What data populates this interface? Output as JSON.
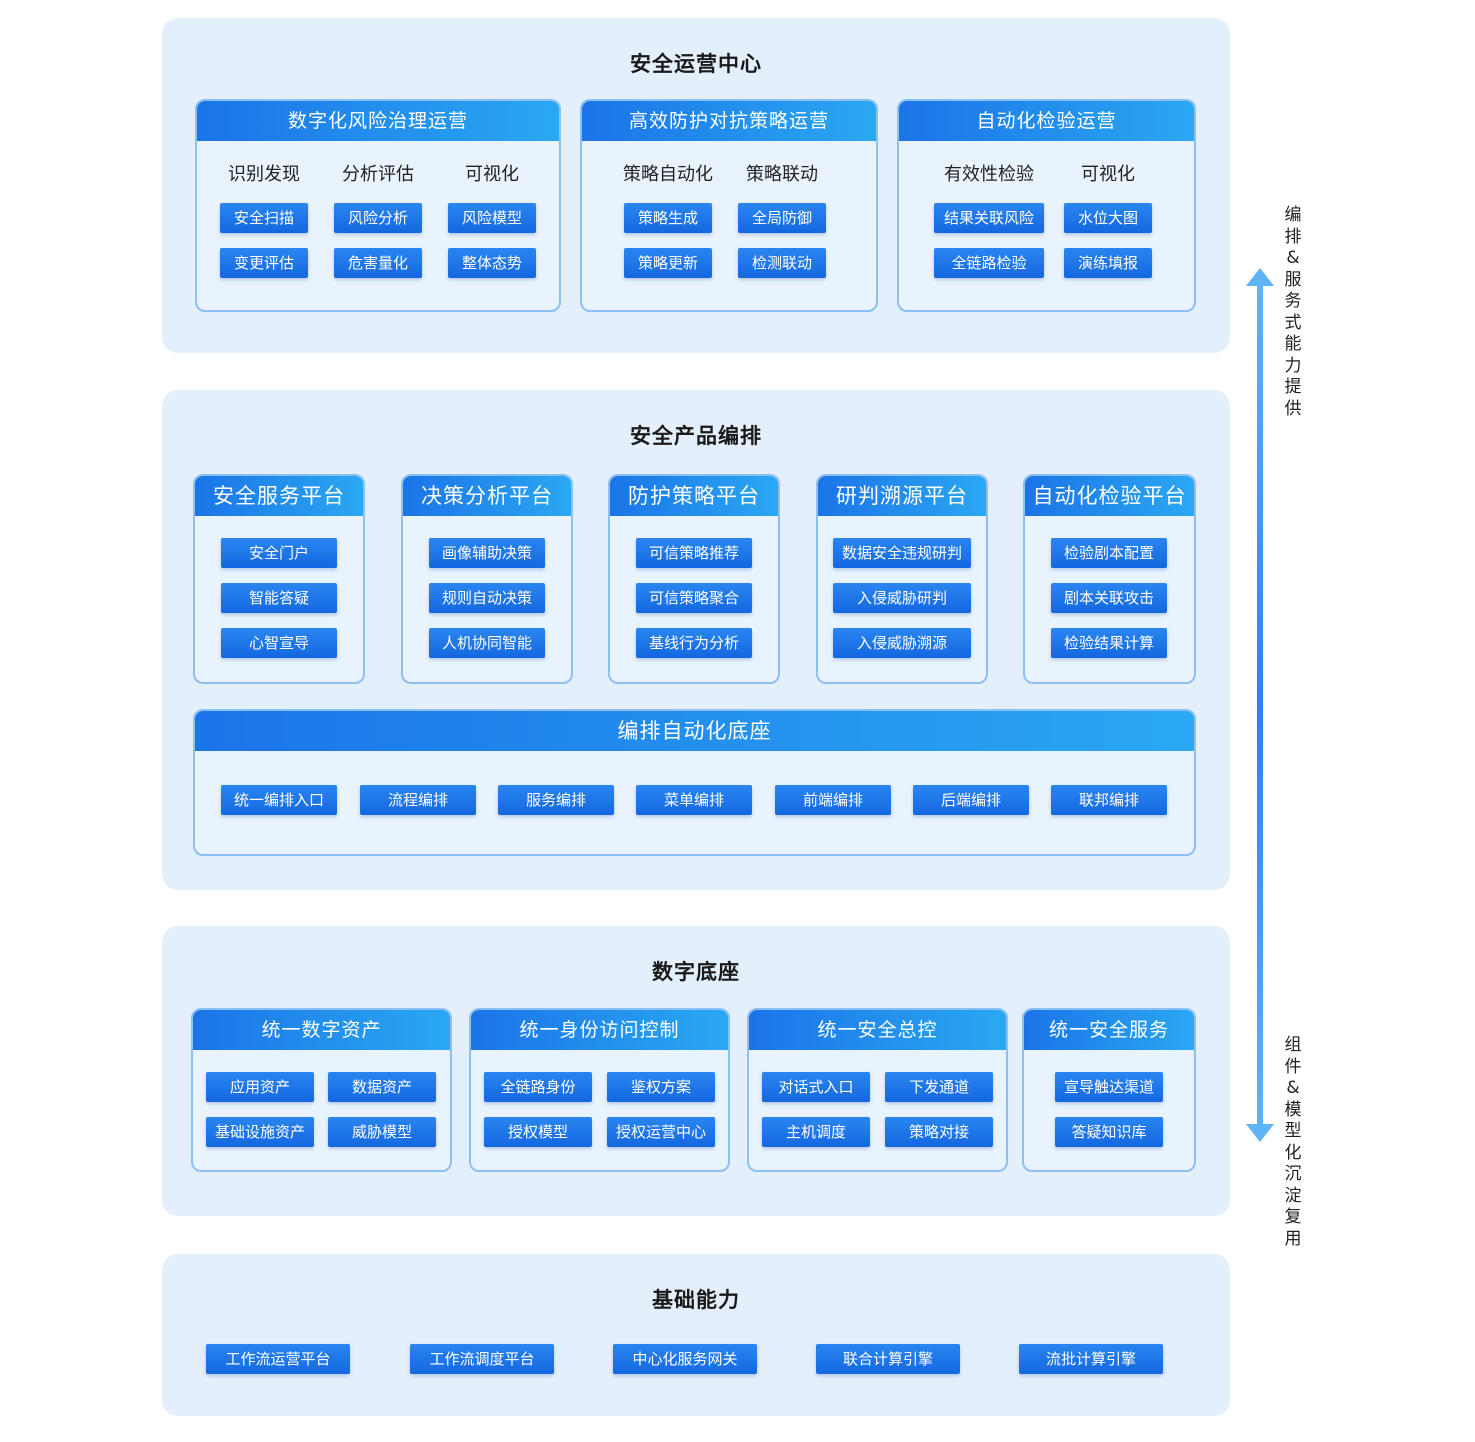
{
  "ops": {
    "title": "安全运营中心",
    "cards": [
      {
        "title": "数字化风险治理运营",
        "subheads": [
          "识别发现",
          "分析评估",
          "可视化"
        ],
        "chips": [
          "安全扫描",
          "风险分析",
          "风险模型",
          "变更评估",
          "危害量化",
          "整体态势"
        ]
      },
      {
        "title": "高效防护对抗策略运营",
        "subheads": [
          "策略自动化",
          "策略联动"
        ],
        "chips": [
          "策略生成",
          "全局防御",
          "策略更新",
          "检测联动"
        ]
      },
      {
        "title": "自动化检验运营",
        "subheads": [
          "有效性检验",
          "可视化"
        ],
        "chips": [
          "结果关联风险",
          "水位大图",
          "全链路检验",
          "演练填报"
        ]
      }
    ]
  },
  "orch": {
    "title": "安全产品编排",
    "platforms": [
      {
        "title": "安全服务平台",
        "chips": [
          "安全门户",
          "智能答疑",
          "心智宣导"
        ]
      },
      {
        "title": "决策分析平台",
        "chips": [
          "画像辅助决策",
          "规则自动决策",
          "人机协同智能"
        ]
      },
      {
        "title": "防护策略平台",
        "chips": [
          "可信策略推荐",
          "可信策略聚合",
          "基线行为分析"
        ]
      },
      {
        "title": "研判溯源平台",
        "chips": [
          "数据安全违规研判",
          "入侵威胁研判",
          "入侵威胁溯源"
        ]
      },
      {
        "title": "自动化检验平台",
        "chips": [
          "检验剧本配置",
          "剧本关联攻击",
          "检验结果计算"
        ]
      }
    ],
    "base": {
      "title": "编排自动化底座",
      "chips": [
        "统一编排入口",
        "流程编排",
        "服务编排",
        "菜单编排",
        "前端编排",
        "后端编排",
        "联邦编排"
      ]
    }
  },
  "digital": {
    "title": "数字底座",
    "cards": [
      {
        "title": "统一数字资产",
        "chips": [
          "应用资产",
          "数据资产",
          "基础设施资产",
          "威胁模型"
        ]
      },
      {
        "title": "统一身份访问控制",
        "chips": [
          "全链路身份",
          "鉴权方案",
          "授权模型",
          "授权运营中心"
        ]
      },
      {
        "title": "统一安全总控",
        "chips": [
          "对话式入口",
          "下发通道",
          "主机调度",
          "策略对接"
        ]
      },
      {
        "title": "统一安全服务",
        "chips": [
          "宣导触达渠道",
          "答疑知识库"
        ]
      }
    ]
  },
  "basic": {
    "title": "基础能力",
    "chips": [
      "工作流运营平台",
      "工作流调度平台",
      "中心化服务网关",
      "联合计算引擎",
      "流批计算引擎"
    ]
  },
  "side": {
    "top_label": "编排&服务式能力提供",
    "bottom_label": "组件&模型化沉淀复用",
    "arrow_color": "#3b8ef0"
  }
}
